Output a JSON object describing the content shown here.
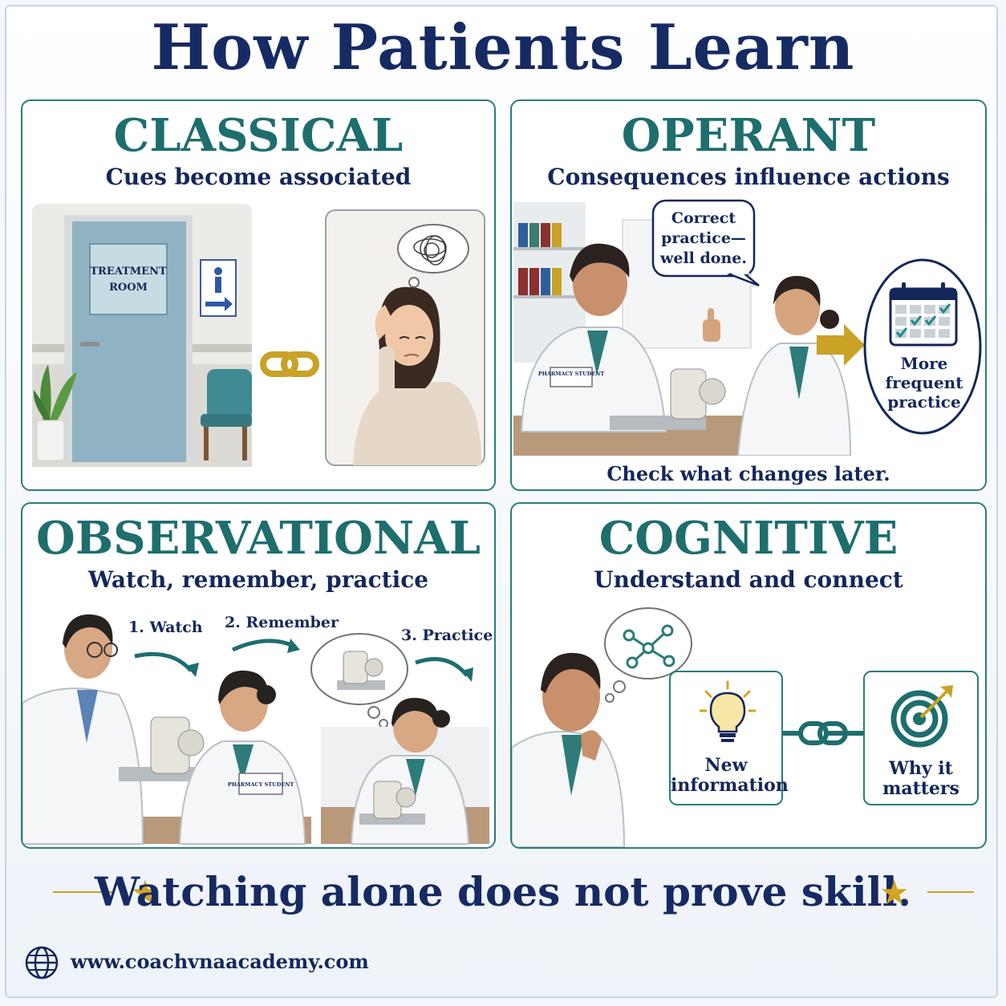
{
  "title": "How Patients Learn",
  "colors": {
    "navy": "#162a63",
    "teal": "#1e6e6e",
    "gold": "#c9a227"
  },
  "panels": {
    "classical": {
      "title": "CLASSICAL",
      "subtitle": "Cues become associated",
      "door_sign": [
        "TREATMENT",
        "ROOM"
      ],
      "link_icon": "chain-link-icon"
    },
    "operant": {
      "title": "OPERANT",
      "subtitle": "Consequences influence actions",
      "speech": [
        "Correct",
        "practice—",
        "well done."
      ],
      "badge": "PHARMACY STUDENT",
      "result": [
        "More",
        "frequent",
        "practice"
      ],
      "caption": "Check what changes later."
    },
    "observational": {
      "title": "OBSERVATIONAL",
      "subtitle": "Watch, remember, practice",
      "steps": [
        "1. Watch",
        "2. Remember",
        "3. Practice"
      ],
      "badge": "PHARMACY STUDENT"
    },
    "cognitive": {
      "title": "COGNITIVE",
      "subtitle": "Understand and connect",
      "box_left": [
        "New",
        "information"
      ],
      "box_right": [
        "Why it",
        "matters"
      ]
    }
  },
  "footer": "Watching alone does not prove skill.",
  "url": "www.coachvnaacademy.com"
}
